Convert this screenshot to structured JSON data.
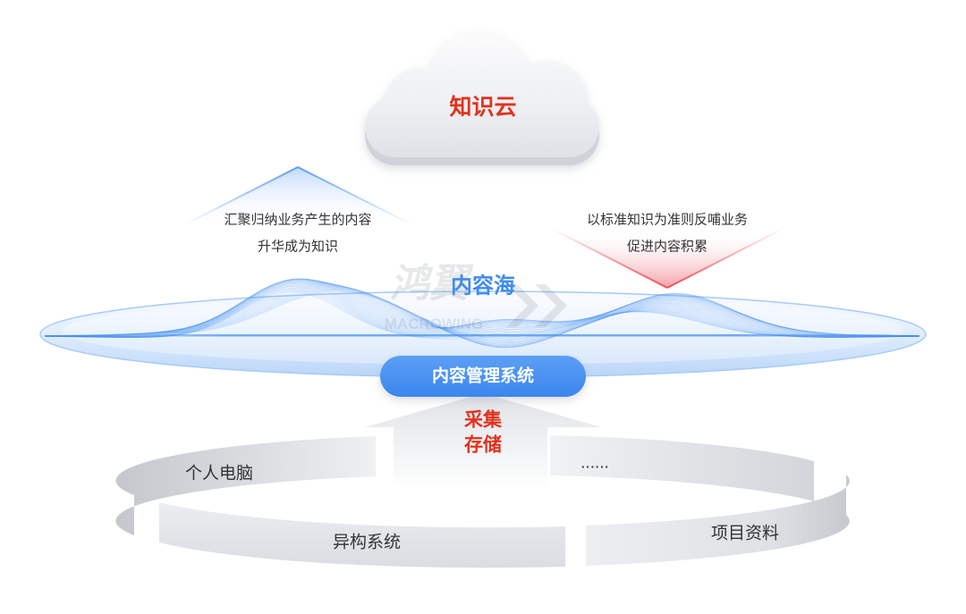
{
  "cloud": {
    "label": "知识云"
  },
  "left_note": {
    "line1": "汇聚归纳业务产生的内容",
    "line2": "升华成为知识"
  },
  "right_note": {
    "line1": "以标准知识为准则反哺业务",
    "line2": "促进内容积累"
  },
  "sea": {
    "label": "内容海"
  },
  "watermark": {
    "brand_cn": "鸿翼",
    "brand_en": "MACROWING"
  },
  "system": {
    "label": "内容管理系统"
  },
  "arrow": {
    "line1": "采集",
    "line2": "存储"
  },
  "sources": {
    "personal_pc": "个人电脑",
    "others": "......",
    "heterogeneous": "异构系统",
    "project_docs": "项目资料"
  },
  "colors": {
    "accent_blue": "#3f8cf0",
    "accent_red": "#e2321e",
    "text": "#333333"
  }
}
